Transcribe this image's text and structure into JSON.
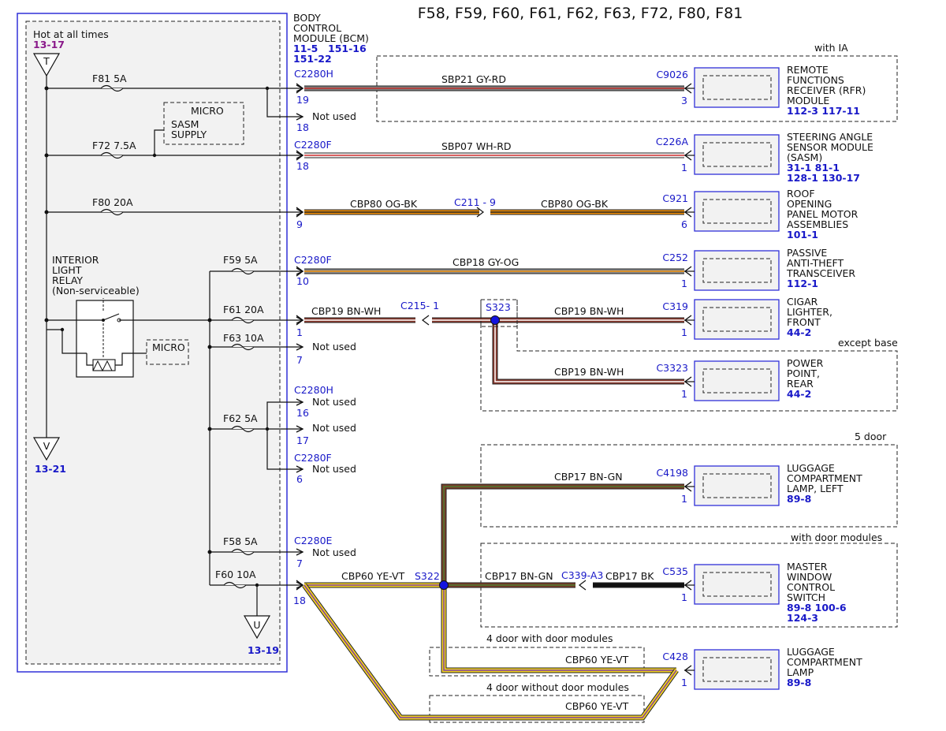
{
  "title": "F58, F59, F60, F61, F62, F63, F72, F80, F81",
  "bcm": {
    "name": [
      "BODY",
      "CONTROL",
      "MODULE (BCM)"
    ],
    "refs": [
      "11-5",
      "151-16",
      "151-22"
    ]
  },
  "power": {
    "hot_label": "Hot at all times",
    "hot_ref": "13-17",
    "T": "T",
    "V": "V",
    "U": "U",
    "v_ref": "13-21",
    "u_ref": "13-19"
  },
  "fuses": {
    "f81": "F81  5A",
    "f72": "F72  7.5A",
    "f80": "F80  20A",
    "f59": "F59  5A",
    "f61": "F61  20A",
    "f63": "F63  10A",
    "f62": "F62  5A",
    "f58": "F58  5A",
    "f60": "F60  10A"
  },
  "micro": {
    "top": "MICRO",
    "sasm_supply": [
      "SASM",
      "SUPPLY"
    ],
    "relay": "MICRO"
  },
  "relay_label": [
    "INTERIOR",
    "LIGHT",
    "RELAY",
    "(Non-serviceable)"
  ],
  "connectors": {
    "c2280h_a": "C2280H",
    "c2280f_a": "C2280F",
    "c2280f_b": "C2280F",
    "c2280h_b": "C2280H",
    "c2280f_c": "C2280F",
    "c2280e": "C2280E"
  },
  "pins": {
    "p19": "19",
    "p18a": "18",
    "p18b": "18",
    "p9": "9",
    "p10": "10",
    "p1": "1",
    "p7a": "7",
    "p16": "16",
    "p17": "17",
    "p6": "6",
    "p7b": "7",
    "p18c": "18"
  },
  "not_used": "Not used",
  "wires": {
    "w1": "SBP21  GY-RD",
    "w2": "SBP07  WH-RD",
    "w3a": "CBP80  OG-BK",
    "w3b": "CBP80  OG-BK",
    "w4": "CBP18  GY-OG",
    "w5a": "CBP19  BN-WH",
    "w5b": "CBP19  BN-WH",
    "w6": "CBP19  BN-WH",
    "w7": "CBP17  BN-GN",
    "w8a": "CBP60  YE-VT",
    "w8b": "CBP17  BN-GN",
    "w8c": "CBP17  BK",
    "w9": "CBP60  YE-VT",
    "w10": "CBP60  YE-VT"
  },
  "inline": {
    "c211": "C211 - 9",
    "c215": "C215- 1",
    "s323": "S323",
    "s322": "S322",
    "c339": "C339-A3"
  },
  "groups": {
    "with_ia": "with IA",
    "except_base": "except base",
    "five_door": "5 door",
    "with_door_modules": "with door modules",
    "four_door_with": "4 door with door modules",
    "four_door_without": "4 door without door modules"
  },
  "components": [
    {
      "conn": "C9026",
      "pin": "3",
      "name": [
        "REMOTE",
        "FUNCTIONS",
        "RECEIVER (RFR)",
        "MODULE"
      ],
      "refs": [
        "112-3  117-11"
      ]
    },
    {
      "conn": "C226A",
      "pin": "1",
      "name": [
        "STEERING ANGLE",
        "SENSOR MODULE",
        "(SASM)"
      ],
      "refs": [
        "31-1  81-1",
        "128-1  130-17"
      ]
    },
    {
      "conn": "C921",
      "pin": "6",
      "name": [
        "ROOF",
        "OPENING",
        "PANEL MOTOR",
        "ASSEMBLIES"
      ],
      "refs": [
        "101-1"
      ]
    },
    {
      "conn": "C252",
      "pin": "1",
      "name": [
        "PASSIVE",
        "ANTI-THEFT",
        "TRANSCEIVER"
      ],
      "refs": [
        "112-1"
      ]
    },
    {
      "conn": "C319",
      "pin": "1",
      "name": [
        "CIGAR",
        "LIGHTER,",
        "FRONT"
      ],
      "refs": [
        "44-2"
      ]
    },
    {
      "conn": "C3323",
      "pin": "1",
      "name": [
        "POWER",
        "POINT,",
        "REAR"
      ],
      "refs": [
        "44-2"
      ]
    },
    {
      "conn": "C4198",
      "pin": "1",
      "name": [
        "LUGGAGE",
        "COMPARTMENT",
        "LAMP, LEFT"
      ],
      "refs": [
        "89-8"
      ]
    },
    {
      "conn": "C535",
      "pin": "1",
      "name": [
        "MASTER",
        "WINDOW",
        "CONTROL",
        "SWITCH"
      ],
      "refs": [
        "89-8  100-6",
        "124-3"
      ]
    },
    {
      "conn": "C428",
      "pin": "1",
      "name": [
        "LUGGAGE",
        "COMPARTMENT",
        "LAMP"
      ],
      "refs": [
        "89-8"
      ]
    }
  ],
  "colors": {
    "bcm_border": "#3030d8",
    "panel_fill": "#f2f2f2",
    "link_blue": "#1818c8",
    "ref_purple": "#8a1a8a",
    "splice": "#1414e0",
    "wire_colors": {
      "GY-RD": [
        "#808080",
        "#c0302a"
      ],
      "WH-RD": [
        "#f4f4f4",
        "#d03030"
      ],
      "OG-BK": [
        "#f0900a",
        "#222222"
      ],
      "GY-OG": [
        "#8c8c8c",
        "#f0900a"
      ],
      "BN-WH": [
        "#8b3a2e",
        "#ffffff"
      ],
      "BN-GN": [
        "#7a3e28",
        "#4a7a30"
      ],
      "BK": [
        "#111111",
        "#111111"
      ],
      "YE-VT": [
        "#f0d020",
        "#8040a0"
      ]
    }
  }
}
